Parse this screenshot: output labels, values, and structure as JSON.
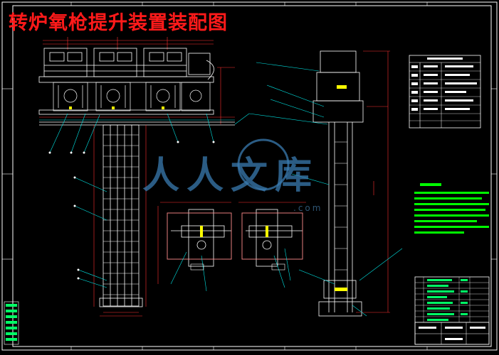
{
  "drawing": {
    "title": "转炉氧枪提升装置装配图",
    "watermark": {
      "text": "人人文库",
      "url": ".com"
    },
    "colors": {
      "background": "#000000",
      "frame": "#ffffff",
      "structure": "#ffffff",
      "dimension": "#ff3030",
      "leader": "#00e5e5",
      "notes": "#00ff00",
      "title": "#ff1a1a",
      "accent": "#ffff00",
      "watermark": "#3a7bb0"
    }
  }
}
